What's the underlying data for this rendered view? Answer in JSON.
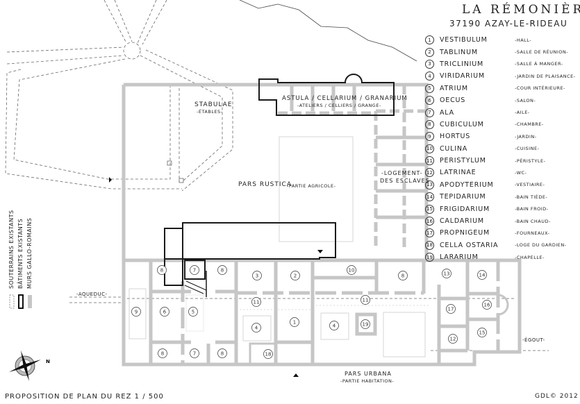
{
  "header": {
    "title": "LA RÉMONIÈRE",
    "subtitle": "37190   AZAY-LE-RIDEAU"
  },
  "legend": [
    {
      "num": "1",
      "latin": "VESTIBULUM",
      "french": "-hall-"
    },
    {
      "num": "2",
      "latin": "TABLINUM",
      "french": "-salle de réunion-"
    },
    {
      "num": "3",
      "latin": "TRICLINIUM",
      "french": "-salle à manger-"
    },
    {
      "num": "4",
      "latin": "VIRIDARIUM",
      "french": "-jardin de plaisance-"
    },
    {
      "num": "5",
      "latin": "ATRIUM",
      "french": "-cour intérieure-"
    },
    {
      "num": "6",
      "latin": "OECUS",
      "french": "-salon-"
    },
    {
      "num": "7",
      "latin": "ALA",
      "french": "-aile-"
    },
    {
      "num": "8",
      "latin": "CUBICULUM",
      "french": "-chambre-"
    },
    {
      "num": "9",
      "latin": "HORTUS",
      "french": "-jardin-"
    },
    {
      "num": "10",
      "latin": "CULINA",
      "french": "-cuisine-"
    },
    {
      "num": "11",
      "latin": "PERISTYLUM",
      "french": "-péristyle-"
    },
    {
      "num": "12",
      "latin": "LATRINAE",
      "french": "-wc-"
    },
    {
      "num": "13",
      "latin": "APODYTERIUM",
      "french": "-vestiaire-"
    },
    {
      "num": "14",
      "latin": "TEPIDARIUM",
      "french": "-bain tiède-"
    },
    {
      "num": "15",
      "latin": "FRIGIDARIUM",
      "french": "-bain froid-"
    },
    {
      "num": "16",
      "latin": "CALDARIUM",
      "french": "-bain chaud-"
    },
    {
      "num": "17",
      "latin": "PROPNIGEUM",
      "french": "-fourneaux-"
    },
    {
      "num": "18",
      "latin": "CELLA OSTARIA",
      "french": "-loge du gardien-"
    },
    {
      "num": "19",
      "latin": "LARARIUM",
      "french": "-chapelle-"
    }
  ],
  "symbols": {
    "underground": "Souterrains existants",
    "buildings": "Bâtiments existants",
    "walls": "Murs gallo-romains"
  },
  "plan": {
    "stabulae": "STABULAE",
    "etables": "-étables-",
    "astula": "ASTULA / CELLARIUM / GRANARIUM",
    "ateliers": "-ateliers / celliers / grange-",
    "logement1": "-LOGEMENT-",
    "logement2": "DES ESCLAVES",
    "pars_rustica": "PARS RUSTICA",
    "partie_agricole": "-partie agricole-",
    "aqueduc": "-AQUEDUC-",
    "egout": "-ÉGOUT-",
    "pars_urbana": "PARS URBANA",
    "partie_habitation": "-partie habitation-",
    "compass_n": "N",
    "rooms": [
      "8",
      "7",
      "8",
      "3",
      "2",
      "10",
      "8",
      "13",
      "14",
      "11",
      "11",
      "9",
      "6",
      "5",
      "1",
      "4",
      "4",
      "19",
      "17",
      "16",
      "15",
      "12",
      "8",
      "7",
      "8",
      "18"
    ]
  },
  "footer": {
    "caption": "PROPOSITION DE PLAN DU REZ  1 / 500",
    "credit": "GDL© 2012"
  },
  "colors": {
    "wall": "#c6c6c6",
    "ink": "#1a1a1a"
  }
}
